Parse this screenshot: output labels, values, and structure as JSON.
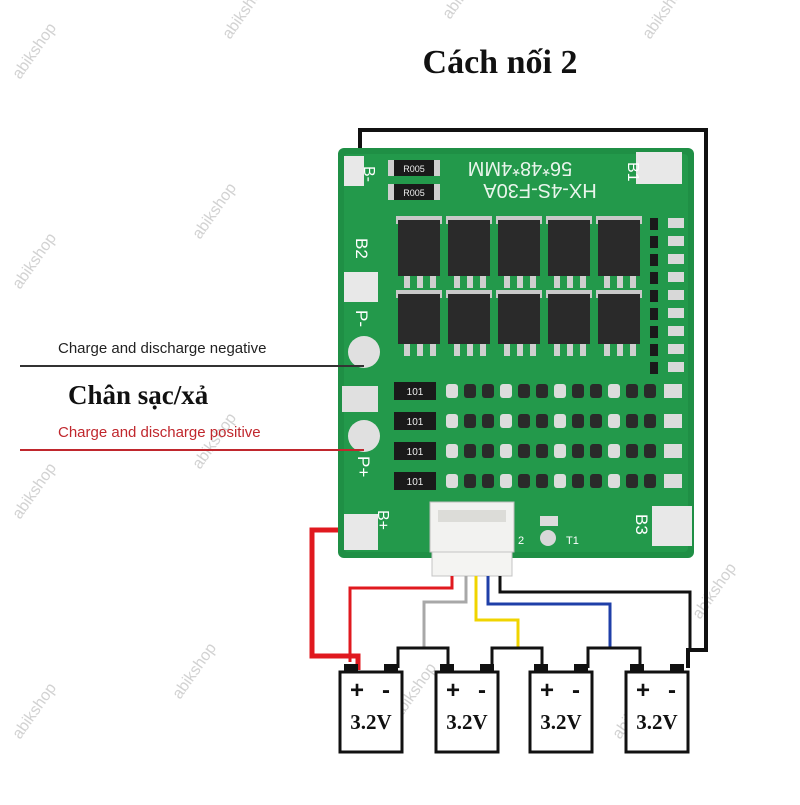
{
  "title": "Cách nối 2",
  "labels": {
    "negative": "Charge and discharge negative",
    "positive": "Charge and discharge positive",
    "terminal_vn": "Chân sạc/xả"
  },
  "board": {
    "part_line1": "56*48*4MM",
    "part_line2": "HX-4S-F30A",
    "pads": {
      "b_minus": "B-",
      "b1": "B1",
      "b2": "B2",
      "p_minus": "P-",
      "p_plus": "P+",
      "b_plus": "B+",
      "b3": "B3",
      "t1": "T1",
      "pin2": "2"
    },
    "resistor_code_top": "R005",
    "resistor_code_side": "101"
  },
  "batteries": [
    {
      "voltage": "3.2V",
      "plus": "+",
      "minus": "-"
    },
    {
      "voltage": "3.2V",
      "plus": "+",
      "minus": "-"
    },
    {
      "voltage": "3.2V",
      "plus": "+",
      "minus": "-"
    },
    {
      "voltage": "3.2V",
      "plus": "+",
      "minus": "-"
    }
  ],
  "watermark": "abikshop",
  "colors": {
    "pcb": "#1f8f45",
    "pcb_dark": "#146b33",
    "wire_red": "#e0191f",
    "wire_black": "#111111",
    "wire_gray": "#a8a8a8",
    "wire_yellow": "#f0d400",
    "wire_blue": "#1f3fa8",
    "label_red": "#c0272d"
  }
}
